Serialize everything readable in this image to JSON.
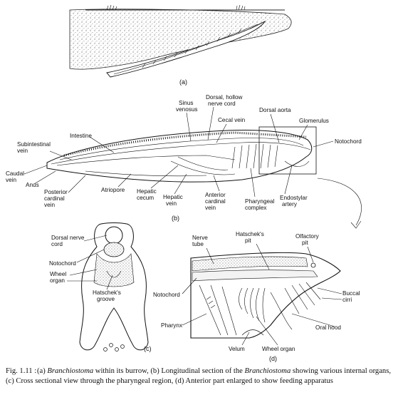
{
  "panels": {
    "a": "(a)",
    "b": "(b)",
    "c": "(c)",
    "d": "(d)"
  },
  "labels_b": {
    "sinus_venosus_1": "Sinus",
    "sinus_venosus_2": "venosus",
    "dorsal_hollow_1": "Dorsal, hollow",
    "dorsal_hollow_2": "nerve cord",
    "cecal_vein": "Cecal vein",
    "dorsal_aorta": "Dorsal aorta",
    "glomerulus": "Glomerulus",
    "notochord": "Notochord",
    "intestine": "Intestine",
    "subintestinal_1": "Subintestinal",
    "subintestinal_2": "vein",
    "caudal_1": "Caudal",
    "caudal_2": "vein",
    "anus": "Anus",
    "posterior_1": "Posterior",
    "posterior_2": "cardinal",
    "posterior_3": "vein",
    "atriopore": "Atriopore",
    "hepatic_cecum_1": "Hepatic",
    "hepatic_cecum_2": "cecum",
    "hepatic_vein_1": "Hepatic",
    "hepatic_vein_2": "vein",
    "anterior_1": "Anterior",
    "anterior_2": "cardinal",
    "anterior_3": "vein",
    "pharyngeal_1": "Pharyngeal",
    "pharyngeal_2": "complex",
    "endostylar_1": "Endostylar",
    "endostylar_2": "artery"
  },
  "labels_c": {
    "dorsal_nerve_1": "Dorsal nerve",
    "dorsal_nerve_2": "cord",
    "notochord": "Notochord",
    "wheel_1": "Wheel",
    "wheel_2": "organ",
    "hatschek_1": "Hatschek's",
    "hatschek_2": "groove"
  },
  "labels_d": {
    "nerve_tube_1": "Nerve",
    "nerve_tube_2": "tube",
    "hatschek_pit_1": "Hatschek's",
    "hatschek_pit_2": "pit",
    "olfactory_1": "Olfactory",
    "olfactory_2": "pit",
    "notochord": "Notochord",
    "buccal_1": "Buccal",
    "buccal_2": "cirri",
    "pharynx": "Pharynx",
    "oral_hood": "Oral hood",
    "velum": "Velum",
    "wheel_organ": "Wheel organ"
  },
  "caption": {
    "fig": "Fig. 1.11 :",
    "p1": "(a) ",
    "i1": "Branchiostoma",
    "p2": " within its burrow, (b) Longitudinal section of the ",
    "i2": "Branchiostoma",
    "p3": " showing various internal organs, (c) Cross sectional view through the pharyngeal region, (d) Anterior part enlarged to show feeding apparatus"
  }
}
